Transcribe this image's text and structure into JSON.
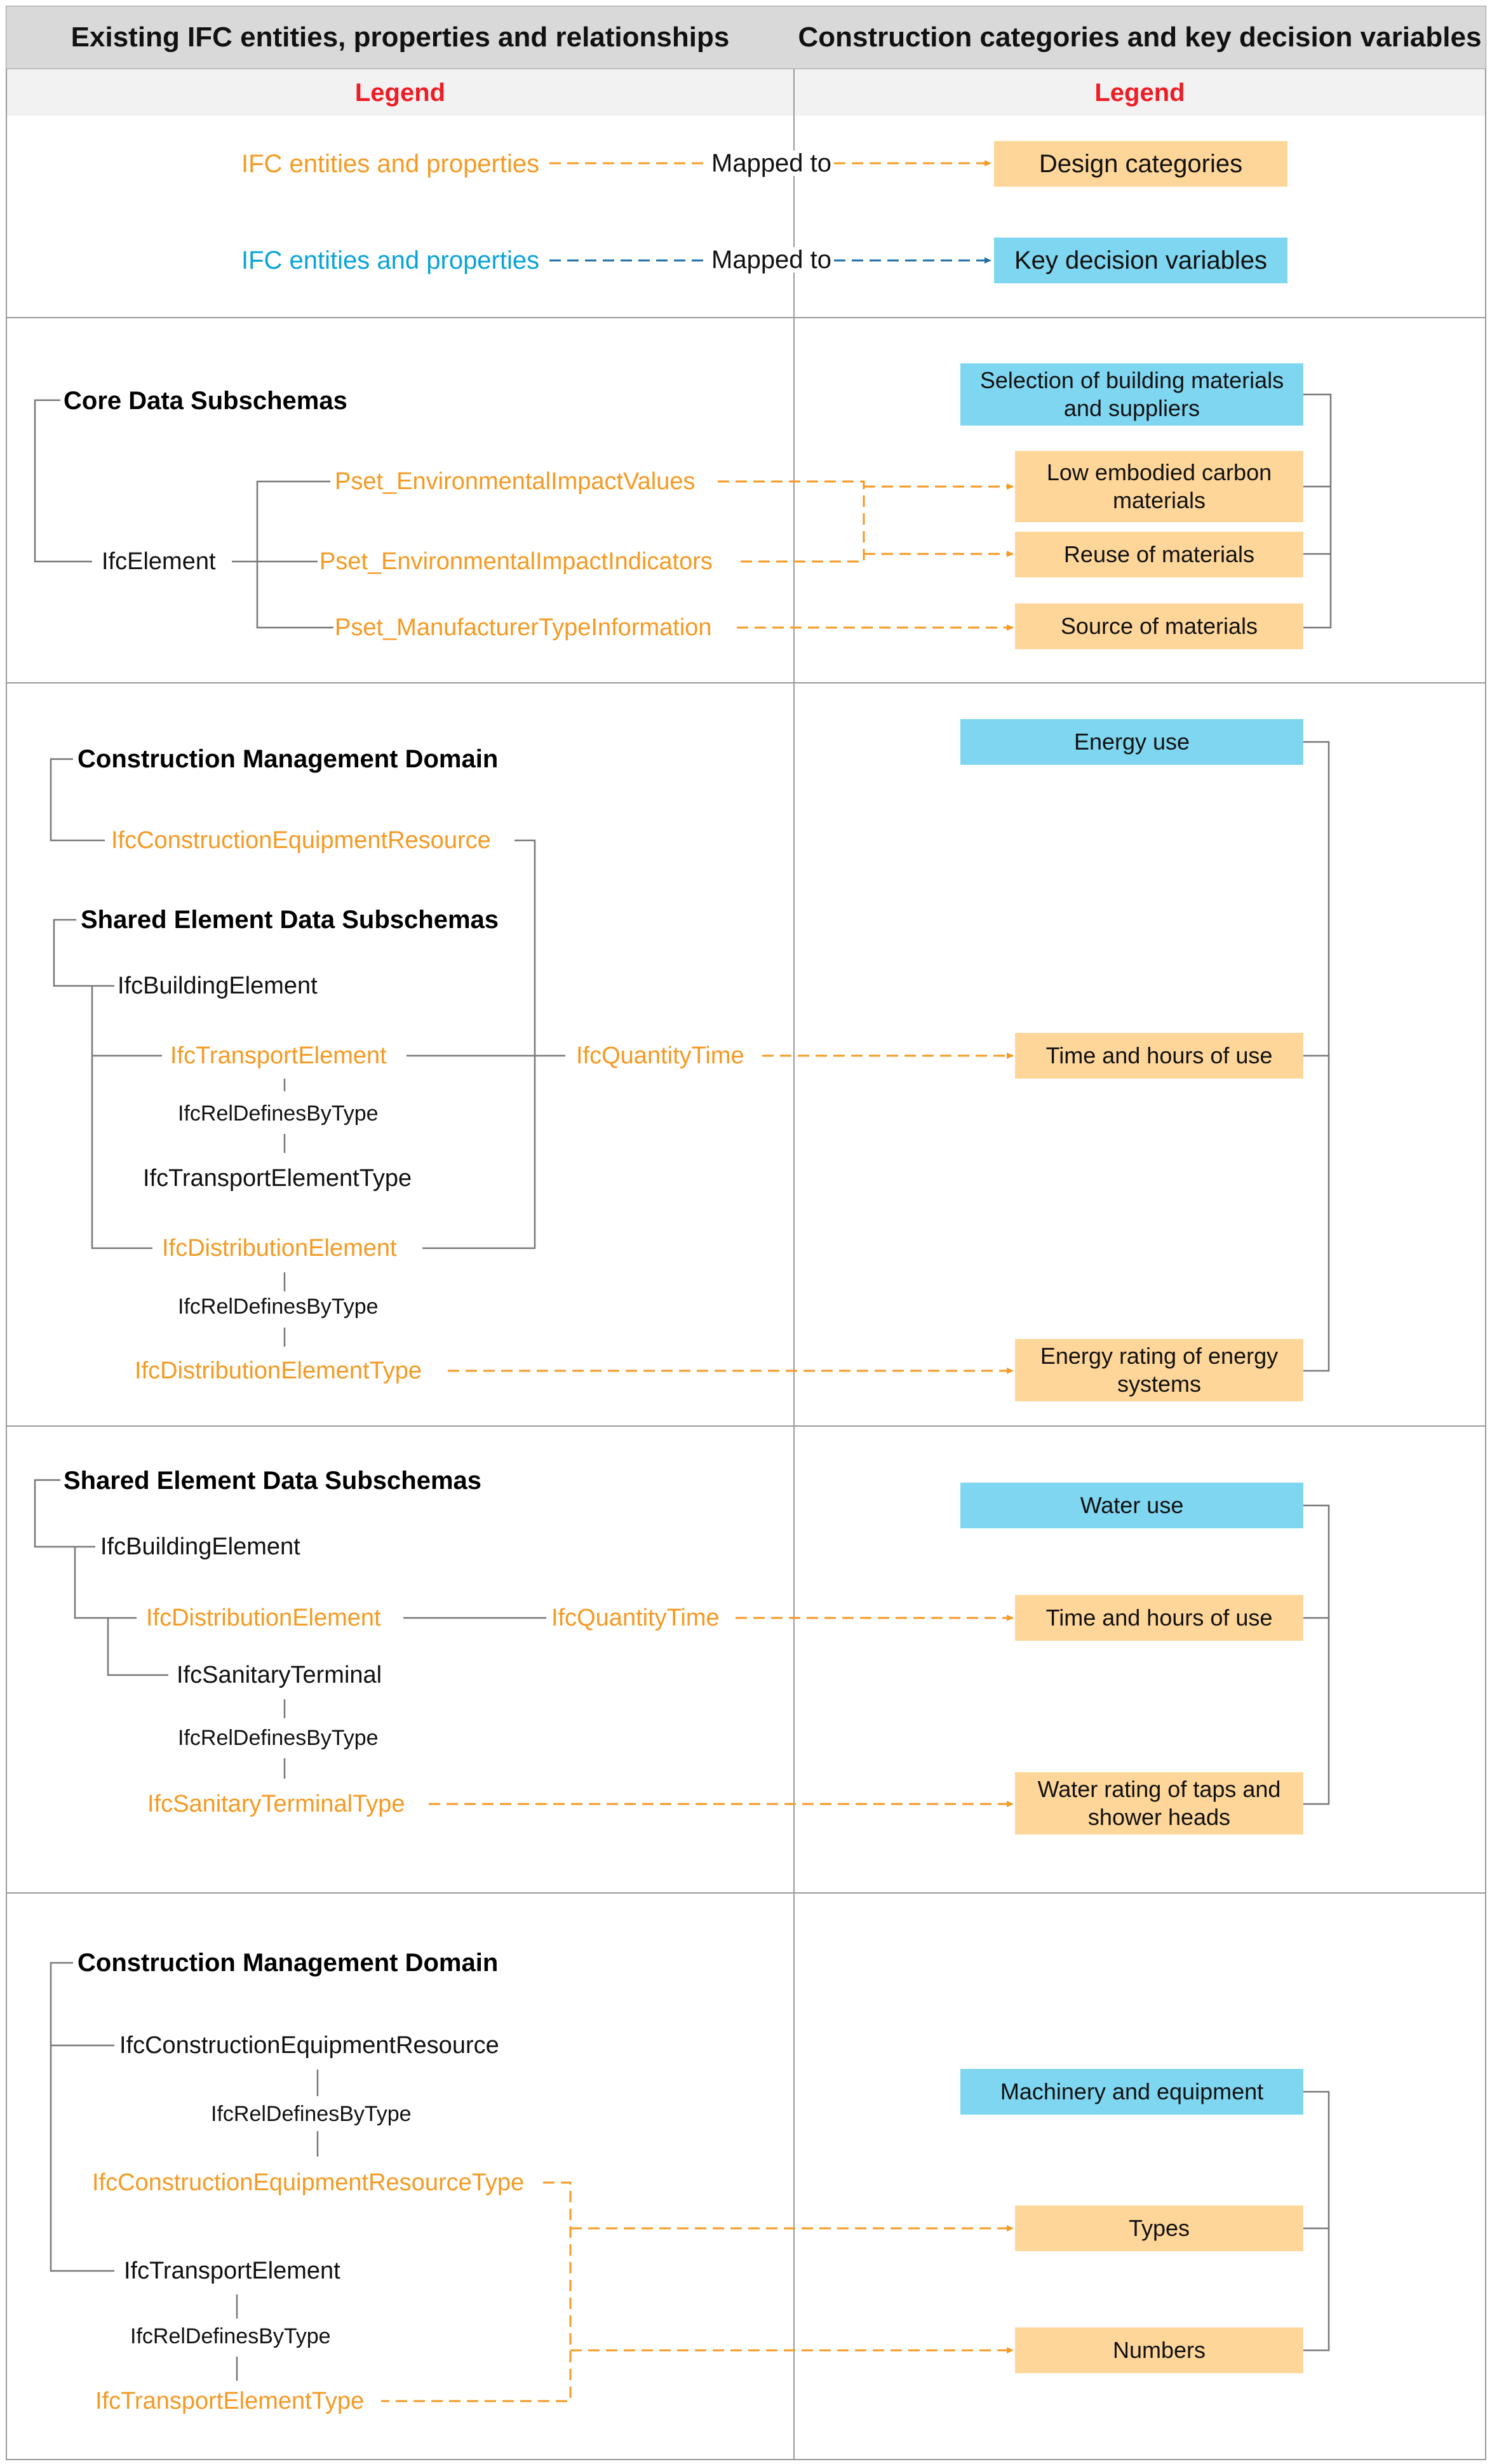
{
  "headers": {
    "left": "Existing IFC entities, properties and relationships",
    "right": "Construction categories and key decision variables"
  },
  "legend": {
    "left_title": "Legend",
    "right_title": "Legend",
    "row1": {
      "source": "IFC entities and properties",
      "mapping": "Mapped to",
      "target": "Design categories"
    },
    "row2": {
      "source": "IFC entities and properties",
      "mapping": "Mapped to",
      "target": "Key decision variables"
    }
  },
  "colors": {
    "design_category": "#ffd699",
    "key_variable": "#7fd6f0",
    "mapped_orange": "#f59a23",
    "mapped_blue": "#0aa3d8",
    "legend_red": "#ee1c25",
    "header_grey": "#d9d9d9"
  },
  "section1": {
    "schema": "Core Data Subschemas",
    "element": "IfcElement",
    "psets": [
      "Pset_EnvironmentalImpactValues",
      "Pset_EnvironmentalImpactIndicators",
      "Pset_ManufacturerTypeInformation"
    ],
    "key": "Selection of building materials and suppliers",
    "categories": [
      "Low embodied carbon materials",
      "Reuse of materials",
      "Source of materials"
    ]
  },
  "section2": {
    "domain": "Construction Management Domain",
    "equipment": "IfcConstructionEquipmentResource",
    "shared": "Shared Element Data Subschemas",
    "building": "IfcBuildingElement",
    "transport": "IfcTransportElement",
    "rel1": "IfcRelDefinesByType",
    "transport_type": "IfcTransportElementType",
    "distribution": "IfcDistributionElement",
    "rel2": "IfcRelDefinesByType",
    "distribution_type": "IfcDistributionElementType",
    "quantity": "IfcQuantityTime",
    "key": "Energy use",
    "categories": [
      "Time and hours of use",
      "Energy rating of energy systems"
    ]
  },
  "section3": {
    "shared": "Shared Element Data Subschemas",
    "building": "IfcBuildingElement",
    "distribution": "IfcDistributionElement",
    "sanitary": "IfcSanitaryTerminal",
    "rel": "IfcRelDefinesByType",
    "sanitary_type": "IfcSanitaryTerminalType",
    "quantity": "IfcQuantityTime",
    "key": "Water use",
    "categories": [
      "Time and hours of use",
      "Water rating of taps and shower heads"
    ]
  },
  "section4": {
    "domain": "Construction Management Domain",
    "equipment": "IfcConstructionEquipmentResource",
    "rel1": "IfcRelDefinesByType",
    "equipment_type": "IfcConstructionEquipmentResourceType",
    "transport": "IfcTransportElement",
    "rel2": "IfcRelDefinesByType",
    "transport_type": "IfcTransportElementType",
    "key": "Machinery and equipment",
    "categories": [
      "Types",
      "Numbers"
    ]
  }
}
